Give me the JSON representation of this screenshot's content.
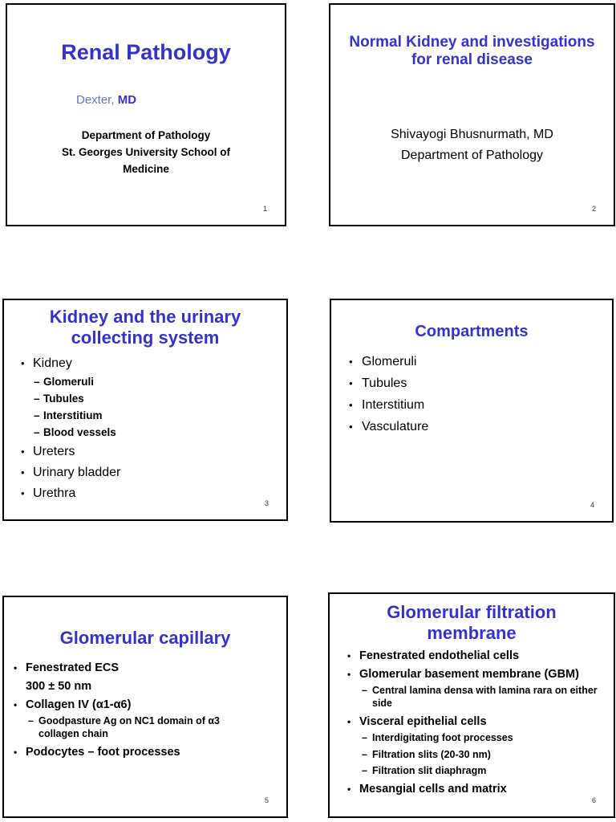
{
  "colors": {
    "title_blue": "#3333cc",
    "author_blue": "#6a6ad9",
    "body_text": "#000000",
    "slide_border": "#000000",
    "background": "#ffffff"
  },
  "markers": {
    "bullet": "•",
    "dash": "–"
  },
  "slides": [
    {
      "number": "1",
      "title_lines": [
        "Renal Pathology"
      ],
      "author": {
        "name": "Dexter,",
        "degree": "MD"
      },
      "institution_lines": [
        "Department of Pathology",
        "St. Georges University School of",
        "Medicine"
      ]
    },
    {
      "number": "2",
      "title_lines": [
        "Normal Kidney and investigations",
        "for renal disease"
      ],
      "presenter_lines": [
        "Shivayogi Bhusnurmath, MD",
        "Department of Pathology"
      ]
    },
    {
      "number": "3",
      "title_lines": [
        "Kidney and the urinary",
        "collecting system"
      ],
      "bullets": [
        {
          "level": 1,
          "text": "Kidney"
        },
        {
          "level": 2,
          "text": "Glomeruli"
        },
        {
          "level": 2,
          "text": "Tubules"
        },
        {
          "level": 2,
          "text": "Interstitium"
        },
        {
          "level": 2,
          "text": "Blood vessels"
        },
        {
          "level": 1,
          "text": "Ureters"
        },
        {
          "level": 1,
          "text": "Urinary bladder"
        },
        {
          "level": 1,
          "text": "Urethra"
        }
      ]
    },
    {
      "number": "4",
      "title_lines": [
        "Compartments"
      ],
      "bullets": [
        {
          "level": 1,
          "text": "Glomeruli"
        },
        {
          "level": 1,
          "text": "Tubules"
        },
        {
          "level": 1,
          "text": "Interstitium"
        },
        {
          "level": 1,
          "text": "Vasculature"
        }
      ]
    },
    {
      "number": "5",
      "title_lines": [
        "Glomerular capillary"
      ],
      "bullets": [
        {
          "level": 1,
          "text": "Fenestrated ECS"
        },
        {
          "level": 1,
          "text": "300 ± 50 nm",
          "continuation": true
        },
        {
          "level": 1,
          "text": "Collagen IV (α1-α6)"
        },
        {
          "level": 2,
          "text": "Goodpasture Ag on NC1 domain of α3 collagen chain"
        },
        {
          "level": 1,
          "text": "Podocytes – foot processes"
        }
      ]
    },
    {
      "number": "6",
      "title_lines": [
        "Glomerular filtration",
        "membrane"
      ],
      "bullets": [
        {
          "level": 1,
          "text": "Fenestrated endothelial cells"
        },
        {
          "level": 1,
          "text": "Glomerular basement membrane (GBM)"
        },
        {
          "level": 2,
          "text": "Central lamina densa with lamina rara on either side"
        },
        {
          "level": 1,
          "text": "Visceral epithelial cells"
        },
        {
          "level": 2,
          "text": "Interdigitating foot processes"
        },
        {
          "level": 2,
          "text": "Filtration slits (20-30 nm)"
        },
        {
          "level": 2,
          "text": "Filtration slit diaphragm"
        },
        {
          "level": 1,
          "text": "Mesangial cells and matrix"
        }
      ]
    }
  ]
}
